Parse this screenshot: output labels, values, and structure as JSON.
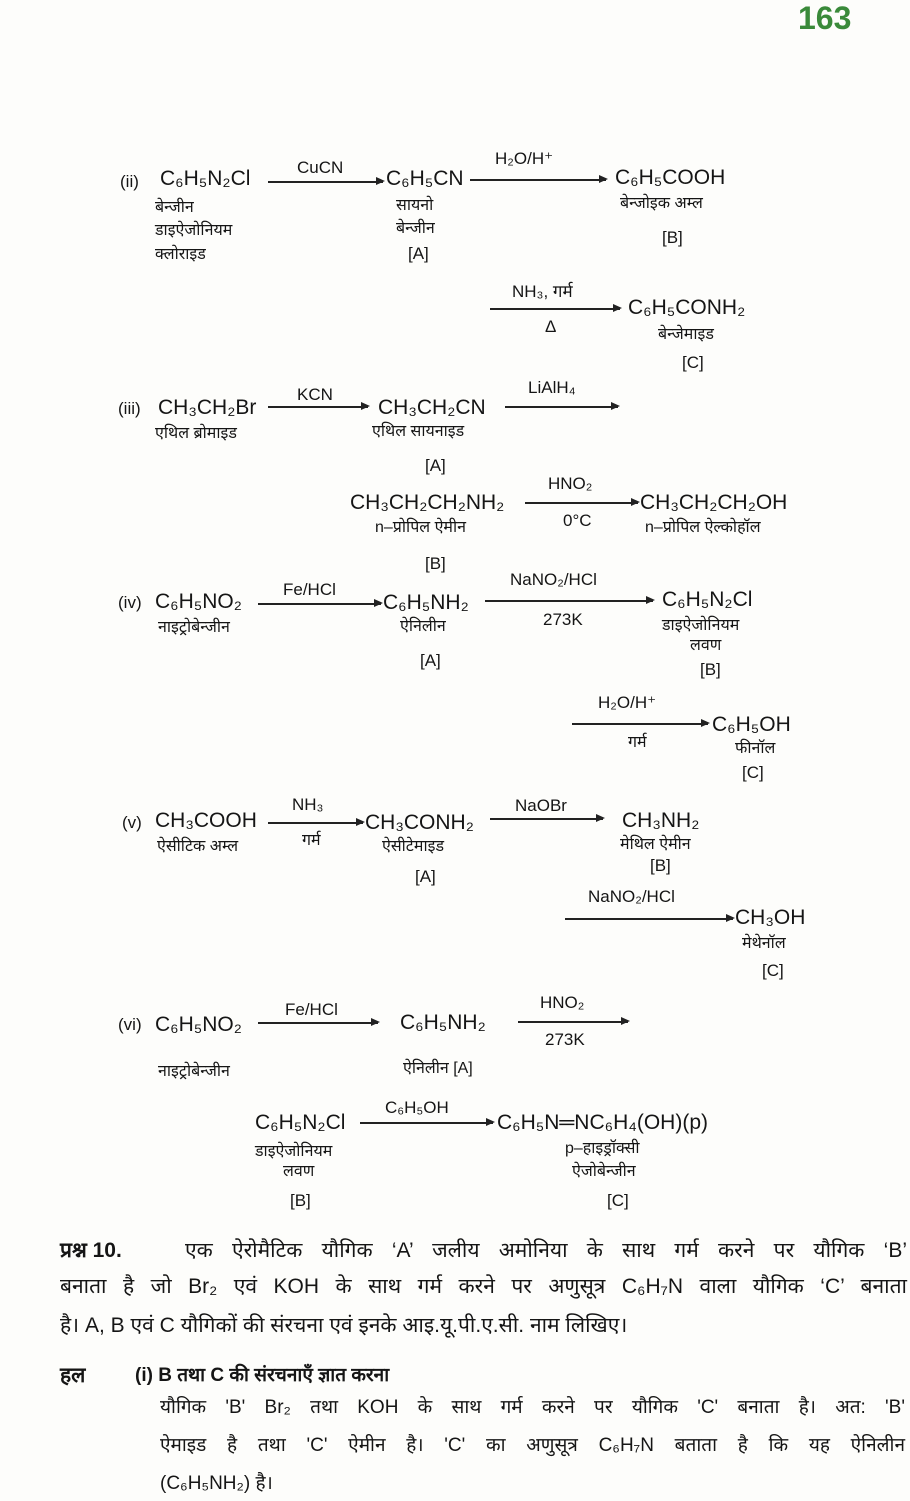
{
  "page_number": "163",
  "ii": {
    "label": "(ii)",
    "r1": "C₆H₅N₂Cl",
    "r1_name": [
      "बेन्जीन",
      "डाइऐजोनियम",
      "क्लोराइड"
    ],
    "reagent1": "CuCN",
    "p1": "C₆H₅CN",
    "p1_name": [
      "सायनो",
      "बेन्जीन",
      "[A]"
    ],
    "reagent2": "H₂O/H⁺",
    "p2": "C₆H₅COOH",
    "p2_name": [
      "बेन्जोइक अम्ल",
      "[B]"
    ],
    "reagent3_top": "NH₃, गर्म",
    "reagent3_bottom": "Δ",
    "p3": "C₆H₅CONH₂",
    "p3_name": [
      "बेन्जेमाइड",
      "[C]"
    ]
  },
  "iii": {
    "label": "(iii)",
    "r1": "CH₃CH₂Br",
    "r1_name": "एथिल ब्रोमाइड",
    "reagent1": "KCN",
    "p1": "CH₃CH₂CN",
    "p1_name": [
      "एथिल सायनाइड",
      "[A]"
    ],
    "reagent2": "LiAlH₄",
    "p2": "CH₃CH₂CH₂NH₂",
    "p2_name": [
      "n–प्रोपिल ऐमीन",
      "[B]"
    ],
    "reagent3_top": "HNO₂",
    "reagent3_bottom": "0°C",
    "p3": "CH₃CH₂CH₂OH",
    "p3_name": "n–प्रोपिल ऐल्कोहॉल"
  },
  "iv": {
    "label": "(iv)",
    "r1": "C₆H₅NO₂",
    "r1_name": "नाइट्रोबेन्जीन",
    "reagent1": "Fe/HCl",
    "p1": "C₆H₅NH₂",
    "p1_name": [
      "ऐनिलीन",
      "[A]"
    ],
    "reagent2_top": "NaNO₂/HCl",
    "reagent2_bottom": "273K",
    "p2": "C₆H₅N₂Cl",
    "p2_name": [
      "डाइऐजोनियम",
      "लवण",
      "[B]"
    ],
    "reagent3_top": "H₂O/H⁺",
    "reagent3_bottom": "गर्म",
    "p3": "C₆H₅OH",
    "p3_name": [
      "फीनॉल",
      "[C]"
    ]
  },
  "v": {
    "label": "(v)",
    "r1": "CH₃COOH",
    "r1_name": "ऐसीटिक अम्ल",
    "reagent1_top": "NH₃",
    "reagent1_bottom": "गर्म",
    "p1": "CH₃CONH₂",
    "p1_name": [
      "ऐसीटेमाइड",
      "[A]"
    ],
    "reagent2": "NaOBr",
    "p2": "CH₃NH₂",
    "p2_name": [
      "मेथिल ऐमीन",
      "[B]"
    ],
    "reagent3": "NaNO₂/HCl",
    "p3": "CH₃OH",
    "p3_name": [
      "मेथेनॉल",
      "[C]"
    ]
  },
  "vi": {
    "label": "(vi)",
    "r1": "C₆H₅NO₂",
    "r1_name": "नाइट्रोबेन्जीन",
    "reagent1": "Fe/HCl",
    "p1": "C₆H₅NH₂",
    "p1_name": "ऐनिलीन [A]",
    "reagent2_top": "HNO₂",
    "reagent2_bottom": "273K",
    "p2": "C₆H₅N₂Cl",
    "p2_name": [
      "डाइऐजोनियम",
      "लवण",
      "[B]"
    ],
    "reagent3": "C₆H₅OH",
    "p3": "C₆H₅N═NC₆H₄(OH)(p)",
    "p3_name": [
      "p–हाइड्रॉक्सी",
      "ऐजोबेन्जीन",
      "[C]"
    ]
  },
  "question": {
    "label": "प्रश्न 10.",
    "lines": [
      "एक ऐरोमैटिक यौगिक ‘A’ जलीय अमोनिया के साथ गर्म करने पर यौगिक ‘B’",
      "बनाता है जो Br₂ एवं KOH के साथ गर्म करने पर अणुसूत्र C₆H₇N वाला यौगिक ‘C’ बनाता",
      "है। A, B एवं C यौगिकों की संरचना एवं इनके आइ.यू.पी.ए.सी. नाम लिखिए।"
    ]
  },
  "solution": {
    "label": "हल",
    "step": "(i) B तथा C की संरचनाएँ ज्ञात करना",
    "lines": [
      "यौगिक 'B' Br₂ तथा KOH के साथ गर्म करने पर यौगिक 'C' बनाता है। अत: 'B'",
      "ऐमाइड है तथा 'C' ऐमीन है। 'C' का अणुसूत्र C₆H₇N बताता है कि यह ऐनिलीन",
      "(C₆H₅NH₂) है।"
    ]
  }
}
